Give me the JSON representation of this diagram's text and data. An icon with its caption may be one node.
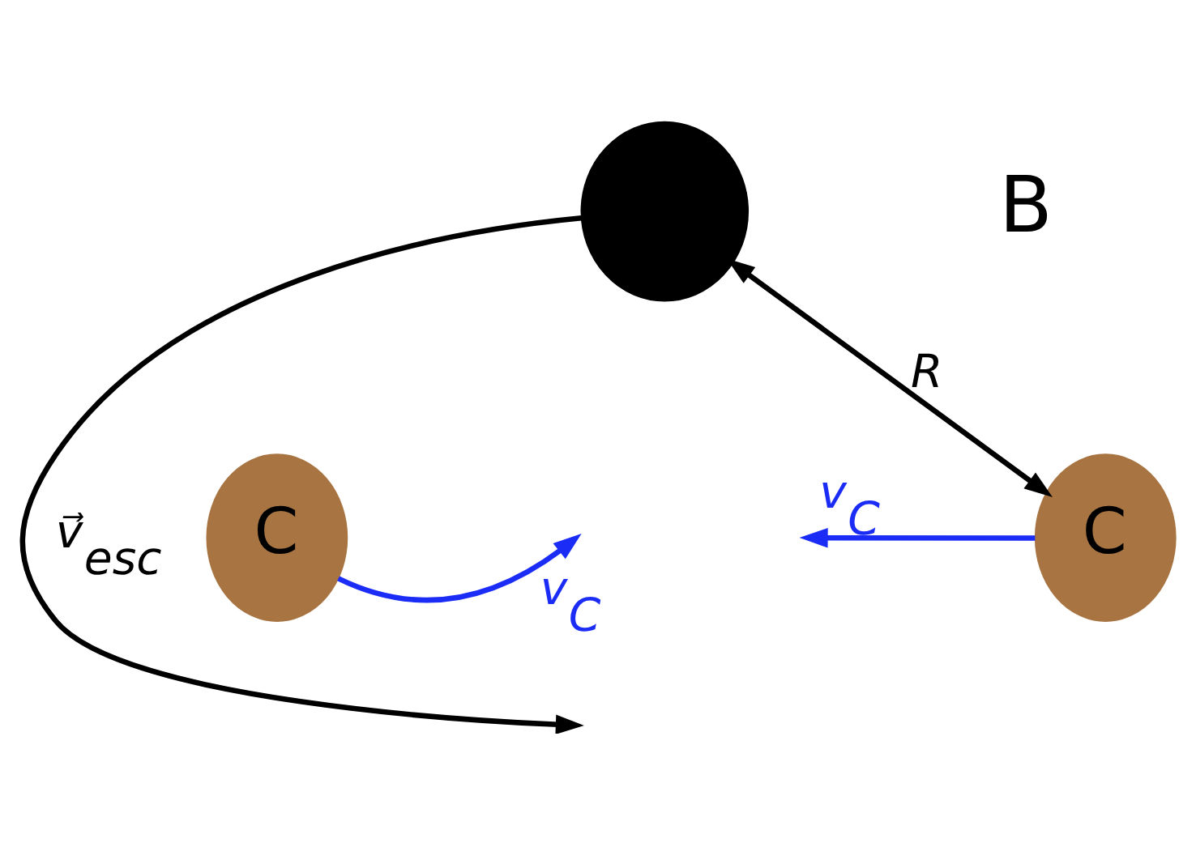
{
  "diagram": {
    "nodes": [
      {
        "text": [],
        "shape": "circle"
      },
      {
        "text": [
          "C"
        ]
      },
      {
        "text": [
          "C"
        ]
      }
    ],
    "edges": [
      {
        "from": 0,
        "to": null,
        "arrow": "to",
        "label": "v⃗$_{esc}$"
      },
      {
        "from": 0,
        "to": 2,
        "arrow": "both",
        "label": "R"
      },
      {
        "from": 1,
        "to": null,
        "arrow": "to",
        "label": "v$_{C}$",
        "color": "#1a2cf5"
      },
      {
        "from": 2,
        "to": null,
        "arrow": "to",
        "label": "v$_{C}$",
        "color": "#1a2cf5"
      }
    ],
    "labels": [
      "B"
    ]
  }
}
